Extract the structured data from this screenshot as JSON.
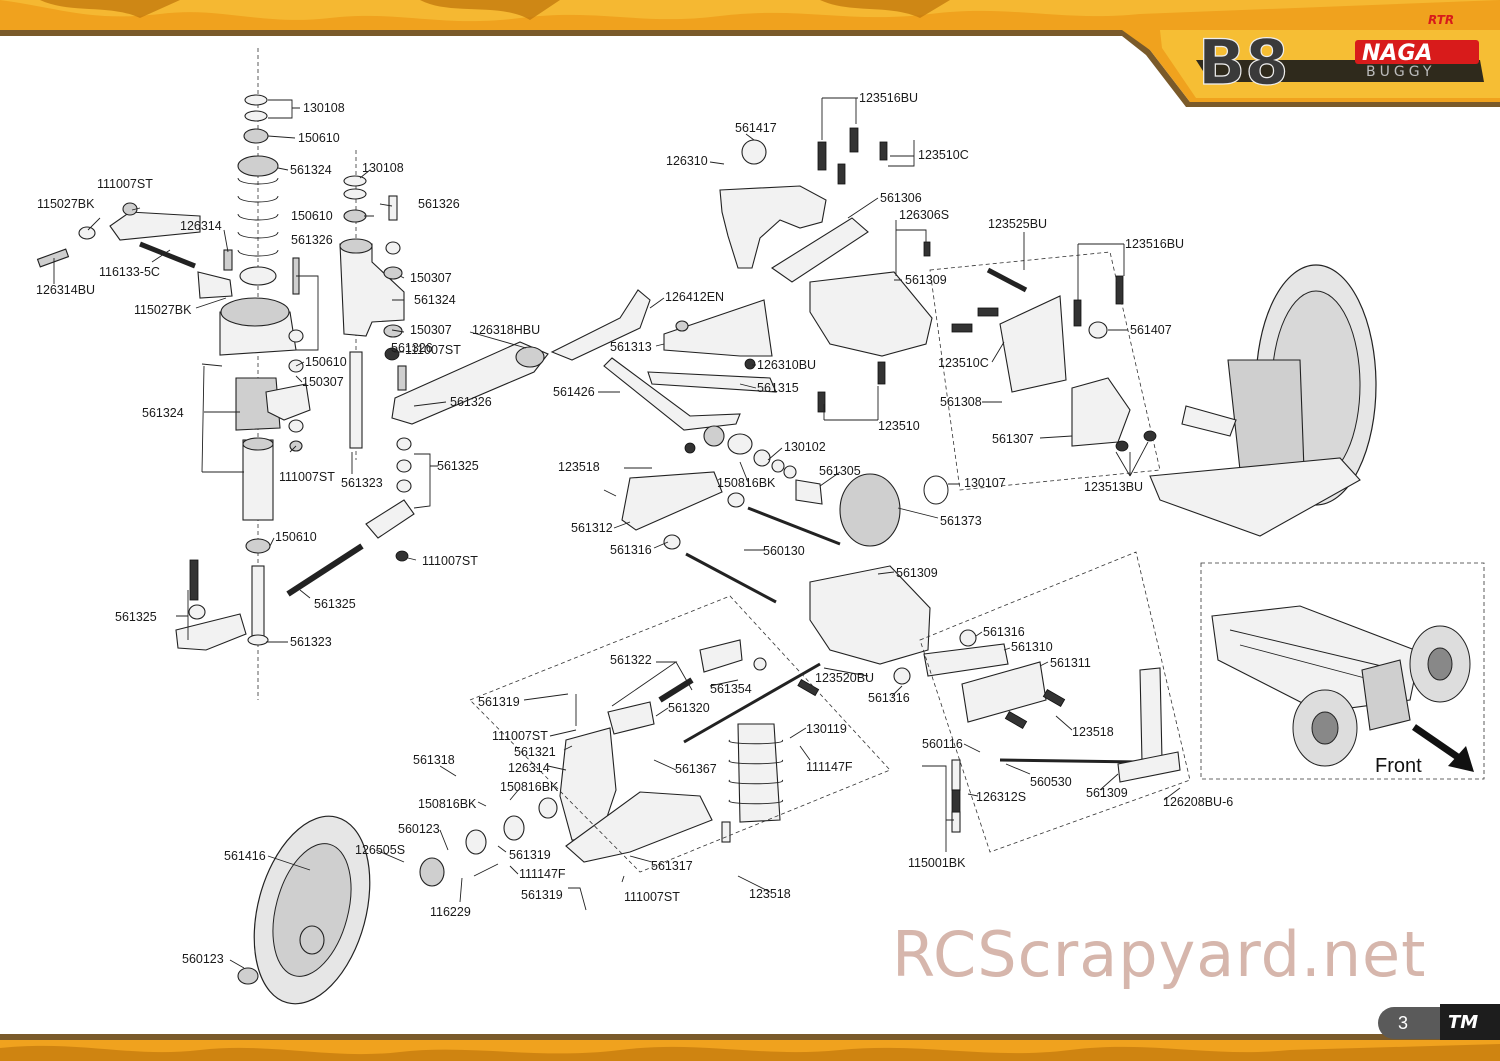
{
  "brand": {
    "logo_main": "B8",
    "logo_sub": "NAGA",
    "logo_type": "BUGGY",
    "logo_badge": "RTR",
    "footer_logo": "TM"
  },
  "page": {
    "number": "3"
  },
  "watermark": "RCScrapyard.net",
  "inset": {
    "front_label": "Front"
  },
  "colors": {
    "banner_orange": "#f0a21e",
    "banner_dark": "#6b4a12",
    "banner_brown": "#7a5a2a",
    "watermark": "#d6b6ac"
  },
  "labels": [
    "130108",
    "150610",
    "561324",
    "111007ST",
    "115027BK",
    "126314",
    "561326",
    "150610",
    "130108",
    "561326",
    "116133-5C",
    "126314BU",
    "115027BK",
    "561326",
    "150307",
    "561324",
    "150307",
    "111007ST",
    "561324",
    "150610",
    "150307",
    "111007ST",
    "561323",
    "561325",
    "150610",
    "561325",
    "111007ST",
    "561325",
    "561323",
    "126318HBU",
    "561326",
    "126412EN",
    "561313",
    "126310BU",
    "561315",
    "561426",
    "561417",
    "126310",
    "123516BU",
    "123510C",
    "561306",
    "126306S",
    "561309",
    "123510",
    "123525BU",
    "123516BU",
    "561407",
    "123510C",
    "561308",
    "561307",
    "123513BU",
    "130102",
    "150816BK",
    "561305",
    "130107",
    "123518",
    "561312",
    "561373",
    "561316",
    "560130",
    "561309",
    "561316",
    "561310",
    "561311",
    "123520BU",
    "561316",
    "561322",
    "561354",
    "561319",
    "561320",
    "111007ST",
    "561321",
    "126314",
    "561367",
    "130119",
    "111147F",
    "561318",
    "150816BK",
    "150816BK",
    "560123",
    "561319",
    "126505S",
    "111147F",
    "561416",
    "116229",
    "561319",
    "561317",
    "111007ST",
    "123518",
    "560123",
    "560116",
    "560530",
    "126312S",
    "561309",
    "126208BU-6",
    "115001BK",
    "123518"
  ]
}
